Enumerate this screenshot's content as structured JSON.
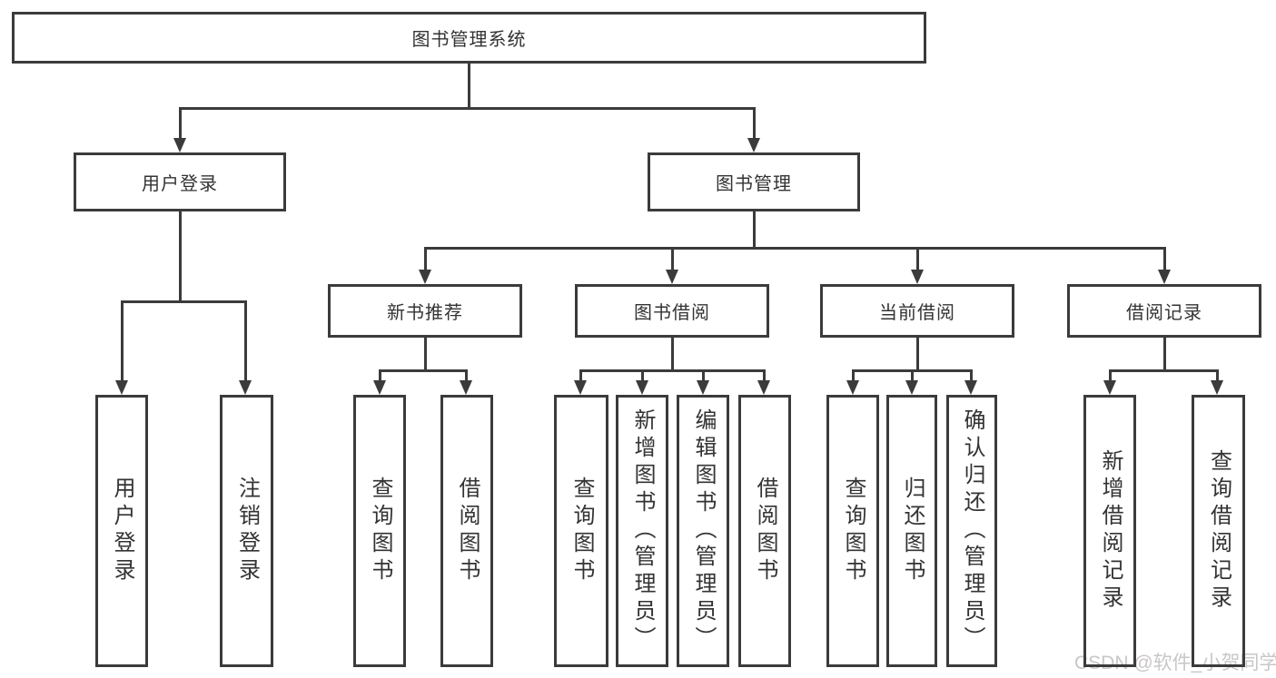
{
  "tree": {
    "label": "图书管理系统",
    "children": [
      {
        "label": "用户登录",
        "children": [
          {
            "label": "用户登录"
          },
          {
            "label": "注销登录"
          }
        ]
      },
      {
        "label": "图书管理",
        "children": [
          {
            "label": "新书推荐",
            "children": [
              {
                "label": "查询图书"
              },
              {
                "label": "借阅图书"
              }
            ]
          },
          {
            "label": "图书借阅",
            "children": [
              {
                "label": "查询图书"
              },
              {
                "label": "新增图书（管理员）"
              },
              {
                "label": "编辑图书（管理员）"
              },
              {
                "label": "借阅图书"
              }
            ]
          },
          {
            "label": "当前借阅",
            "children": [
              {
                "label": "查询图书"
              },
              {
                "label": "归还图书"
              },
              {
                "label": "确认归还（管理员）"
              }
            ]
          },
          {
            "label": "借阅记录",
            "children": [
              {
                "label": "新增借阅记录"
              },
              {
                "label": "查询借阅记录"
              }
            ]
          }
        ]
      }
    ]
  },
  "watermark": {
    "text": "CSDN @软件_小贺同学"
  },
  "colors": {
    "line": "#3b3b3b",
    "text": "#333333",
    "watermark": "#c9c6c6",
    "background": "#ffffff"
  }
}
